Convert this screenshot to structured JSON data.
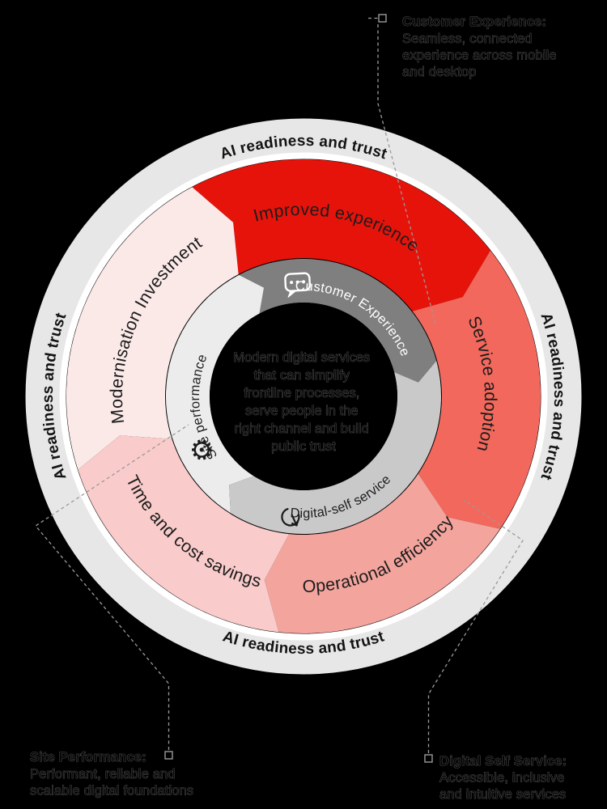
{
  "colors": {
    "background": "#000000",
    "outer_ring": "#e8e7e7",
    "gap_ring": "#ffffff",
    "center_circle": "#000000"
  },
  "outer_ring": {
    "label": "AI readiness and trust"
  },
  "segments": [
    {
      "label": "Improved experience",
      "color": "#e6130b"
    },
    {
      "label": "Service adoption",
      "color": "#f2685c"
    },
    {
      "label": "Operational efficiency",
      "color": "#f3a49d"
    },
    {
      "label": "Time and cost savings",
      "color": "#f9cbca"
    },
    {
      "label": "Modernisation Investment",
      "color": "#fbe9e8"
    }
  ],
  "inner_segments": [
    {
      "label": "Customer Experience",
      "icon": "chat-bubble-icon",
      "color": "#7f7f7f"
    },
    {
      "label": "Digital-self service",
      "icon": "tap-icon",
      "color": "#c9c9c9"
    },
    {
      "label": "Site performance",
      "icon": "gear-icon",
      "color": "#ececec",
      "glyph": "⚙"
    }
  ],
  "center": {
    "lines": [
      "Modern digital services",
      "that can simplify",
      "frontline processes,",
      "serve people in the",
      "right channel and build",
      "public trust"
    ]
  },
  "callouts": {
    "customer_experience": {
      "title": "Customer Experience:",
      "lines": [
        "Seamless, connected",
        "experience across mobile",
        "and desktop"
      ]
    },
    "site_performance": {
      "title": "Site Performance:",
      "lines": [
        "Performant, reliable and",
        "scalable digital foundations"
      ]
    },
    "digital_self_service": {
      "title": "Digital Self Service:",
      "lines": [
        "Accessible, inclusive",
        "and intuitive services"
      ]
    }
  }
}
